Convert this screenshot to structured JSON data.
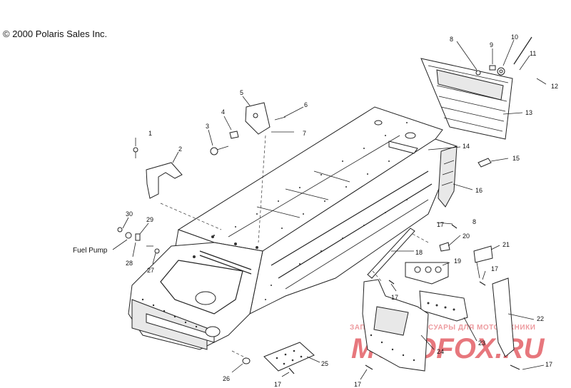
{
  "copyright": "© 2000 Polaris Sales Inc.",
  "fuel_pump_label": "Fuel Pump",
  "watermark": {
    "line1": "ЗАПЧАСТИ И АКСЕССУАРЫ ДЛЯ МОТОТЕХНИКИ",
    "line2": "MOTOFOX.RU",
    "color": "#e04a52"
  },
  "part_numbers": {
    "p1": "1",
    "p2": "2",
    "p3": "3",
    "p4": "4",
    "p5": "5",
    "p6": "6",
    "p7": "7",
    "p8a": "8",
    "p8b": "8",
    "p9": "9",
    "p10": "10",
    "p11": "11",
    "p12": "12",
    "p13": "13",
    "p14": "14",
    "p15": "15",
    "p16": "16",
    "p17a": "17",
    "p17b": "17",
    "p17c": "17",
    "p17d": "17",
    "p17e": "17",
    "p17f": "17",
    "p18": "18",
    "p19": "19",
    "p20": "20",
    "p21": "21",
    "p22": "22",
    "p23": "23",
    "p24": "24",
    "p25": "25",
    "p26": "26",
    "p27": "27",
    "p28": "28",
    "p29": "29",
    "p30": "30"
  }
}
